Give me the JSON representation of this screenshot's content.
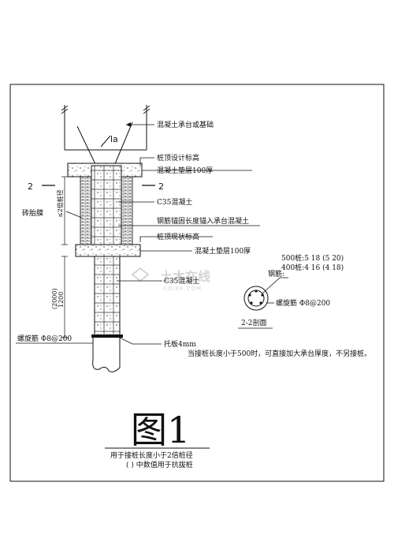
{
  "labels": {
    "cap_or_foundation": "混凝土承台或基础",
    "anchor_la": "la",
    "pile_top_design_elev": "桩顶设计标高",
    "cushion_top": "混凝土垫层100厚",
    "section_mark_left": "2",
    "section_mark_right": "2",
    "dim_2d": "≤2倍桩径",
    "c35_upper": "C35混凝土",
    "brick_mould": "砖胎膜",
    "rebar_anchor": "钢筋锚固长度锚入承台混凝土",
    "pile_top_existing_elev": "桩顶现状标高",
    "cushion_bottom": "混凝土垫层100厚",
    "c35_lower": "C35混凝土",
    "dim_length_a": "(2000)",
    "dim_length_b": "1200",
    "spiral_left": "螺旋筋 Φ8@200",
    "support_plate": "托板4mm",
    "rebar_title": "钢筋:",
    "rebar_500": "500桩:5   18 (5   20)",
    "rebar_400": "400桩:4   16 (4   18)",
    "spiral_right": "螺旋筋 Φ8@200",
    "section_title": "2-2剖面",
    "note": "当接桩长度小于500时，可直接加大承台厚度，不另接桩。",
    "figure_title": "图1",
    "caption_line1": "用于接桩长度小于2倍桩径",
    "caption_line2": "( ) 中数值用于抗拔桩",
    "watermark_main": "土木在线",
    "watermark_sub": "COI88.COM"
  }
}
